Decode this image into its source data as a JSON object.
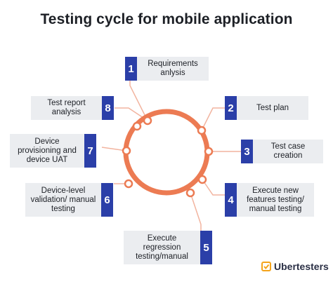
{
  "title": "Testing cycle for mobile application",
  "colors": {
    "ring": "#ec7b53",
    "badge": "#2b3fa8",
    "box": "#ebedf0",
    "connector": "#f2b49f"
  },
  "steps": [
    {
      "number": "1",
      "label": "Requirements anlysis"
    },
    {
      "number": "2",
      "label": "Test plan"
    },
    {
      "number": "3",
      "label": "Test case creation"
    },
    {
      "number": "4",
      "label": "Execute new features testing/ manual testing"
    },
    {
      "number": "5",
      "label": "Execute regression testing/manual"
    },
    {
      "number": "6",
      "label": "Device-level validation/ manual testing"
    },
    {
      "number": "7",
      "label": "Device provisioning and device UAT"
    },
    {
      "number": "8",
      "label": "Test report analysis"
    }
  ],
  "brand": {
    "name": "Ubertesters",
    "icon": "ubertesters-logo-icon"
  }
}
